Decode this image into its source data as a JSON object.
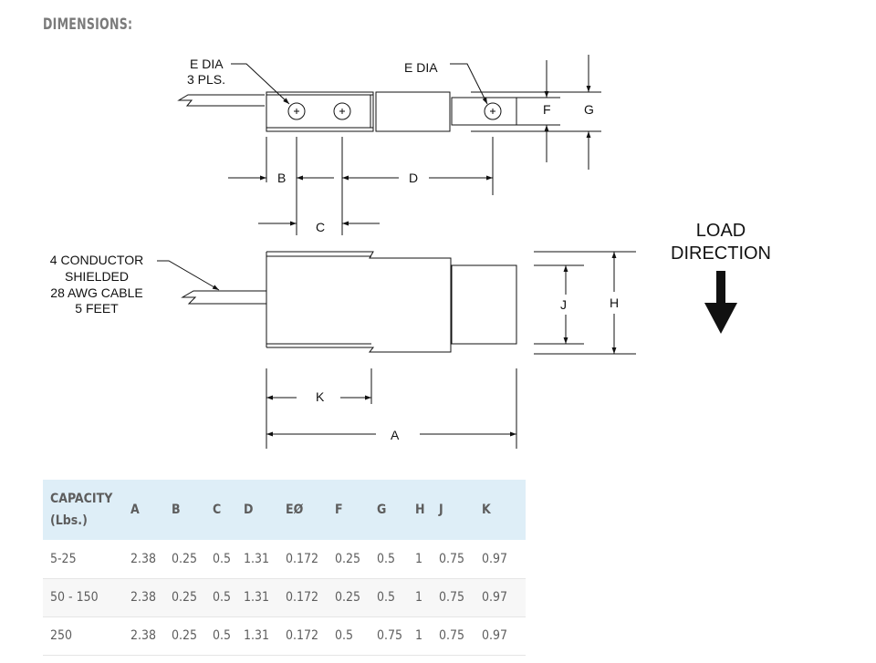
{
  "section_title": "DIMENSIONS:",
  "drawing": {
    "callout_e_dia_3pls": [
      "E DIA",
      "3 PLS."
    ],
    "callout_e_dia_right": "E DIA",
    "dim_labels": {
      "A": "A",
      "B": "B",
      "C": "C",
      "D": "D",
      "F": "F",
      "G": "G",
      "H": "H",
      "J": "J",
      "K": "K"
    },
    "cable_note": [
      "4 CONDUCTOR",
      "SHIELDED",
      "28 AWG CABLE",
      "5 FEET"
    ],
    "load_direction": [
      "LOAD",
      "DIRECTION"
    ]
  },
  "table": {
    "headers": [
      "CAPACITY",
      "A",
      "B",
      "C",
      "D",
      "EØ",
      "F",
      "G",
      "H",
      "J",
      "K"
    ],
    "capacity_unit": "(Lbs.)",
    "rows": [
      [
        "5-25",
        "2.38",
        "0.25",
        "0.5",
        "1.31",
        "0.172",
        "0.25",
        "0.5",
        "1",
        "0.75",
        "0.97"
      ],
      [
        "50 - 150",
        "2.38",
        "0.25",
        "0.5",
        "1.31",
        "0.172",
        "0.25",
        "0.5",
        "1",
        "0.75",
        "0.97"
      ],
      [
        "250",
        "2.38",
        "0.25",
        "0.5",
        "1.31",
        "0.172",
        "0.5",
        "0.75",
        "1",
        "0.75",
        "0.97"
      ]
    ]
  }
}
